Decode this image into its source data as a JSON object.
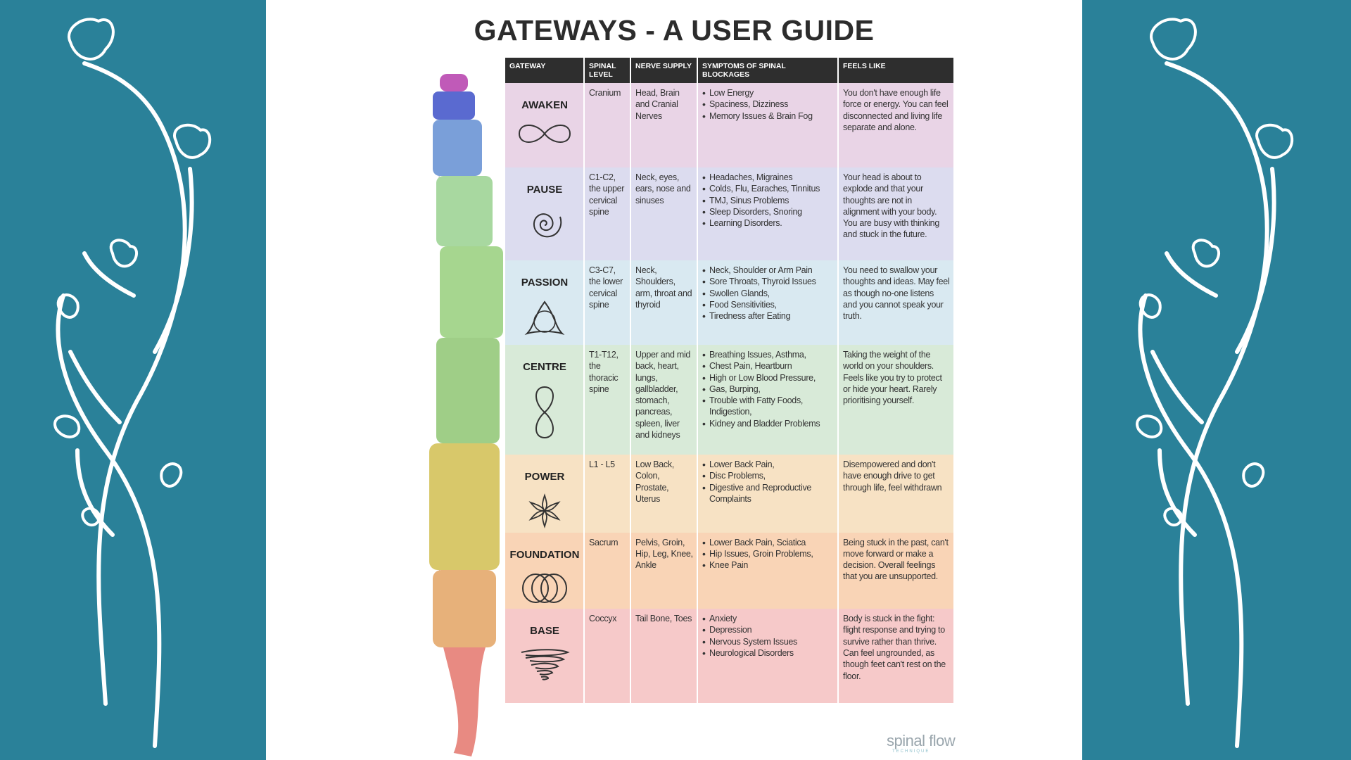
{
  "title": "GATEWAYS - A USER GUIDE",
  "colors": {
    "panel": "#2a8199",
    "header": "#2e2e2e"
  },
  "table": {
    "headers": [
      "GATEWAY",
      "SPINAL LEVEL",
      "NERVE SUPPLY",
      "SYMPTOMS OF SPINAL BLOCKAGES",
      "FEELS LIKE"
    ],
    "rows": [
      {
        "gateway": "AWAKEN",
        "icon": "infinity-icon",
        "bg": "#e9d4e6",
        "level": "Cranium",
        "nerve": "Head, Brain and Cranial Nerves",
        "symptoms": [
          "Low Energy",
          "Spaciness, Dizziness",
          "Memory Issues & Brain Fog"
        ],
        "feels": "You don't have enough life force or energy. You can feel disconnected and living life separate and alone."
      },
      {
        "gateway": "PAUSE",
        "icon": "spiral-icon",
        "bg": "#dcdcef",
        "level": "C1-C2, the upper cervical spine",
        "nerve": "Neck, eyes, ears, nose and sinuses",
        "symptoms": [
          "Headaches, Migraines",
          "Colds, Flu, Earaches, Tinnitus",
          "TMJ, Sinus Problems",
          "Sleep Disorders, Snoring",
          "Learning Disorders."
        ],
        "feels": "Your head is about to explode and that your thoughts are not in alignment with your body. You are busy with thinking and stuck in the future."
      },
      {
        "gateway": "PASSION",
        "icon": "triquetra-icon",
        "bg": "#d9e9f1",
        "level": "C3-C7, the lower cervical spine",
        "nerve": "Neck, Shoulders, arm, throat and thyroid",
        "symptoms": [
          "Neck, Shoulder or Arm Pain",
          "Sore Throats, Thyroid Issues",
          "Swollen Glands,",
          "Food Sensitivities,",
          "Tiredness after Eating"
        ],
        "feels": "You need to swallow your thoughts and ideas. May feel as though no-one listens and you cannot speak your truth."
      },
      {
        "gateway": "CENTRE",
        "icon": "figure-eight-icon",
        "bg": "#d8ead8",
        "level": "T1-T12, the thoracic spine",
        "nerve": "Upper and mid back, heart, lungs, gallbladder, stomach, pancreas, spleen, liver and kidneys",
        "symptoms": [
          "Breathing Issues, Asthma,",
          "Chest Pain, Heartburn",
          "High or Low Blood Pressure,",
          "Gas, Burping,",
          "Trouble with Fatty Foods, Indigestion,",
          "Kidney and Bladder Problems"
        ],
        "feels": "Taking the weight of the world on your shoulders. Feels like you try to protect or hide your heart. Rarely prioritising yourself."
      },
      {
        "gateway": "POWER",
        "icon": "flower-star-icon",
        "bg": "#f7e2c4",
        "level": "L1 - L5",
        "nerve": "Low Back, Colon, Prostate, Uterus",
        "symptoms": [
          "Lower Back Pain,",
          "Disc Problems,",
          "Digestive and Reproductive Complaints"
        ],
        "feels": "Disempowered and don't have enough drive to get through life, feel withdrawn"
      },
      {
        "gateway": "FOUNDATION",
        "icon": "three-circles-icon",
        "bg": "#f9d4b6",
        "level": "Sacrum",
        "nerve": "Pelvis, Groin, Hip, Leg, Knee, Ankle",
        "symptoms": [
          "Lower Back Pain, Sciatica",
          "Hip Issues, Groin Problems,",
          "Knee Pain"
        ],
        "feels": "Being stuck in the past, can't move forward or make a decision. Overall feelings that you are unsupported."
      },
      {
        "gateway": "BASE",
        "icon": "vortex-icon",
        "bg": "#f6c9c9",
        "level": "Coccyx",
        "nerve": "Tail Bone, Toes",
        "symptoms": [
          "Anxiety",
          "Depression",
          "Nervous System Issues",
          "Neurological Disorders"
        ],
        "feels": "Body is stuck in the fight: flight response and trying to survive rather than thrive. Can feel ungrounded, as though feet can't rest on the floor."
      }
    ]
  },
  "brand": {
    "name": "spinal flow",
    "sub": "TECHNIQUE"
  }
}
